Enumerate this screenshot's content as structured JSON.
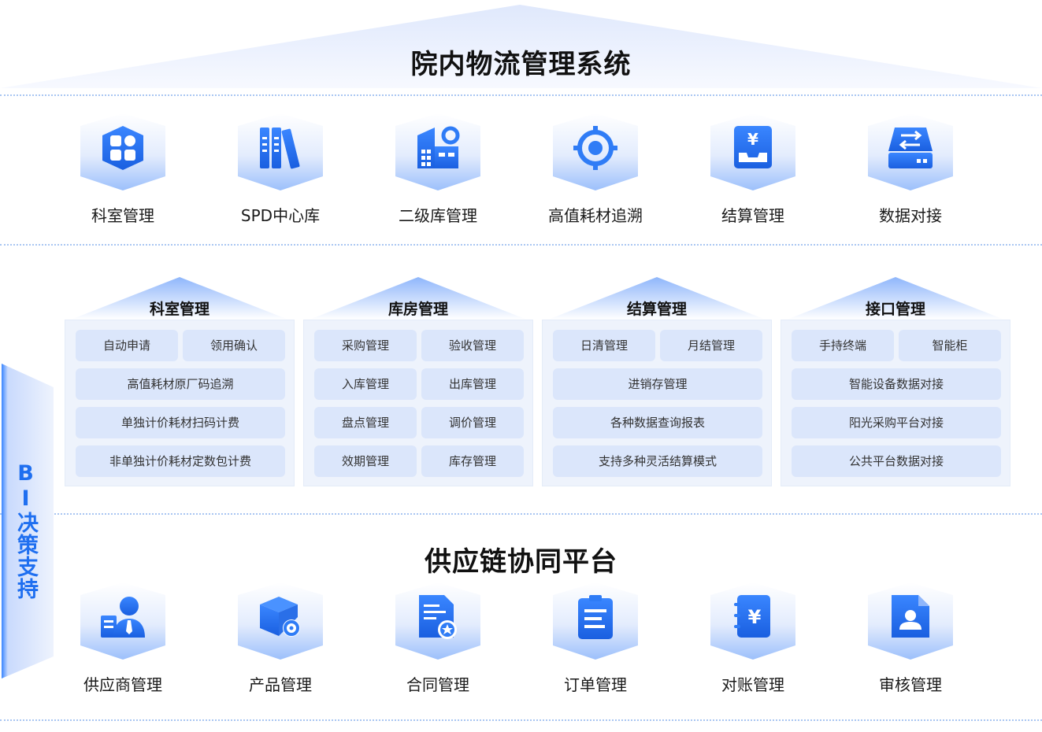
{
  "title_top": "院内物流管理系统",
  "title_bottom": "供应链协同平台",
  "bi_label": "BI决策支持",
  "top_items": [
    {
      "label": "科室管理",
      "icon": "grid-apps-icon"
    },
    {
      "label": "SPD中心库",
      "icon": "books-icon"
    },
    {
      "label": "二级库管理",
      "icon": "building-gear-icon"
    },
    {
      "label": "高值耗材追溯",
      "icon": "target-icon"
    },
    {
      "label": "结算管理",
      "icon": "yen-tray-icon"
    },
    {
      "label": "数据对接",
      "icon": "transfer-box-icon"
    }
  ],
  "modules": [
    {
      "title": "科室管理",
      "rows": [
        [
          "自动申请",
          "领用确认"
        ],
        [
          "高值耗材原厂码追溯"
        ],
        [
          "单独计价耗材扫码计费"
        ],
        [
          "非单独计价耗材定数包计费"
        ]
      ]
    },
    {
      "title": "库房管理",
      "rows": [
        [
          "采购管理",
          "验收管理"
        ],
        [
          "入库管理",
          "出库管理"
        ],
        [
          "盘点管理",
          "调价管理"
        ],
        [
          "效期管理",
          "库存管理"
        ]
      ]
    },
    {
      "title": "结算管理",
      "rows": [
        [
          "日清管理",
          "月结管理"
        ],
        [
          "进销存管理"
        ],
        [
          "各种数据查询报表"
        ],
        [
          "支持多种灵活结算模式"
        ]
      ]
    },
    {
      "title": "接口管理",
      "rows": [
        [
          "手持终端",
          "智能柜"
        ],
        [
          "智能设备数据对接"
        ],
        [
          "阳光采购平台对接"
        ],
        [
          "公共平台数据对接"
        ]
      ]
    }
  ],
  "bottom_items": [
    {
      "label": "供应商管理",
      "icon": "supplier-person-icon"
    },
    {
      "label": "产品管理",
      "icon": "product-box-gear-icon"
    },
    {
      "label": "合同管理",
      "icon": "contract-star-icon"
    },
    {
      "label": "订单管理",
      "icon": "clipboard-icon"
    },
    {
      "label": "对账管理",
      "icon": "yen-notebook-icon"
    },
    {
      "label": "审核管理",
      "icon": "doc-person-icon"
    }
  ],
  "colors": {
    "primary": "#2f7cf6",
    "light_blue": "#dbe6fb",
    "panel": "#eef3fc",
    "accent_text": "#1f6ff0"
  }
}
